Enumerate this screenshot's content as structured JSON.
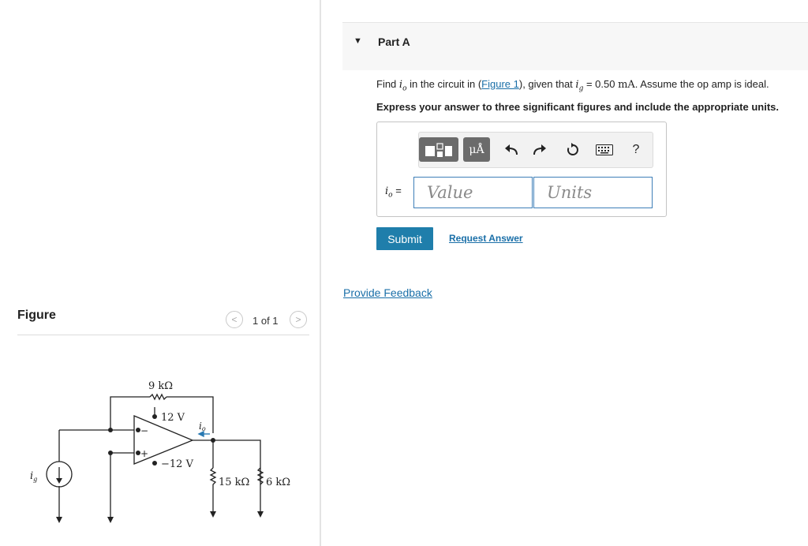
{
  "figure_panel": {
    "title": "Figure",
    "nav_prev": "<",
    "nav_next": ">",
    "count": "1 of 1",
    "circuit_labels": {
      "r_feedback": "9 kΩ",
      "v_pos": "12 V",
      "v_neg": "−12 V",
      "current_out": "i",
      "current_out_sub": "o",
      "source": "i",
      "source_sub": "g",
      "r1": "15 kΩ",
      "r2": "6 kΩ",
      "minus": "−",
      "plus": "+"
    }
  },
  "part": {
    "title": "Part A",
    "problem_prefix": "Find ",
    "problem_var": "i",
    "problem_var_sub": "o",
    "problem_mid": " in the circuit in (",
    "figure_link": "Figure 1",
    "problem_mid2": "), given that ",
    "given_var": "i",
    "given_var_sub": "g",
    "given_value": " = 0.50 ",
    "given_unit": "mA",
    "problem_suffix": ". Assume the op amp is ideal.",
    "instruction": "Express your answer to three significant figures and include the appropriate units."
  },
  "answer": {
    "toolbar_units_label": "μÅ",
    "help_label": "?",
    "var_label": "i",
    "var_label_sub": "o",
    "var_eq": " =",
    "value_placeholder": "Value",
    "units_placeholder": "Units"
  },
  "actions": {
    "submit_label": "Submit",
    "request_answer_label": "Request Answer",
    "feedback_label": "Provide Feedback"
  }
}
